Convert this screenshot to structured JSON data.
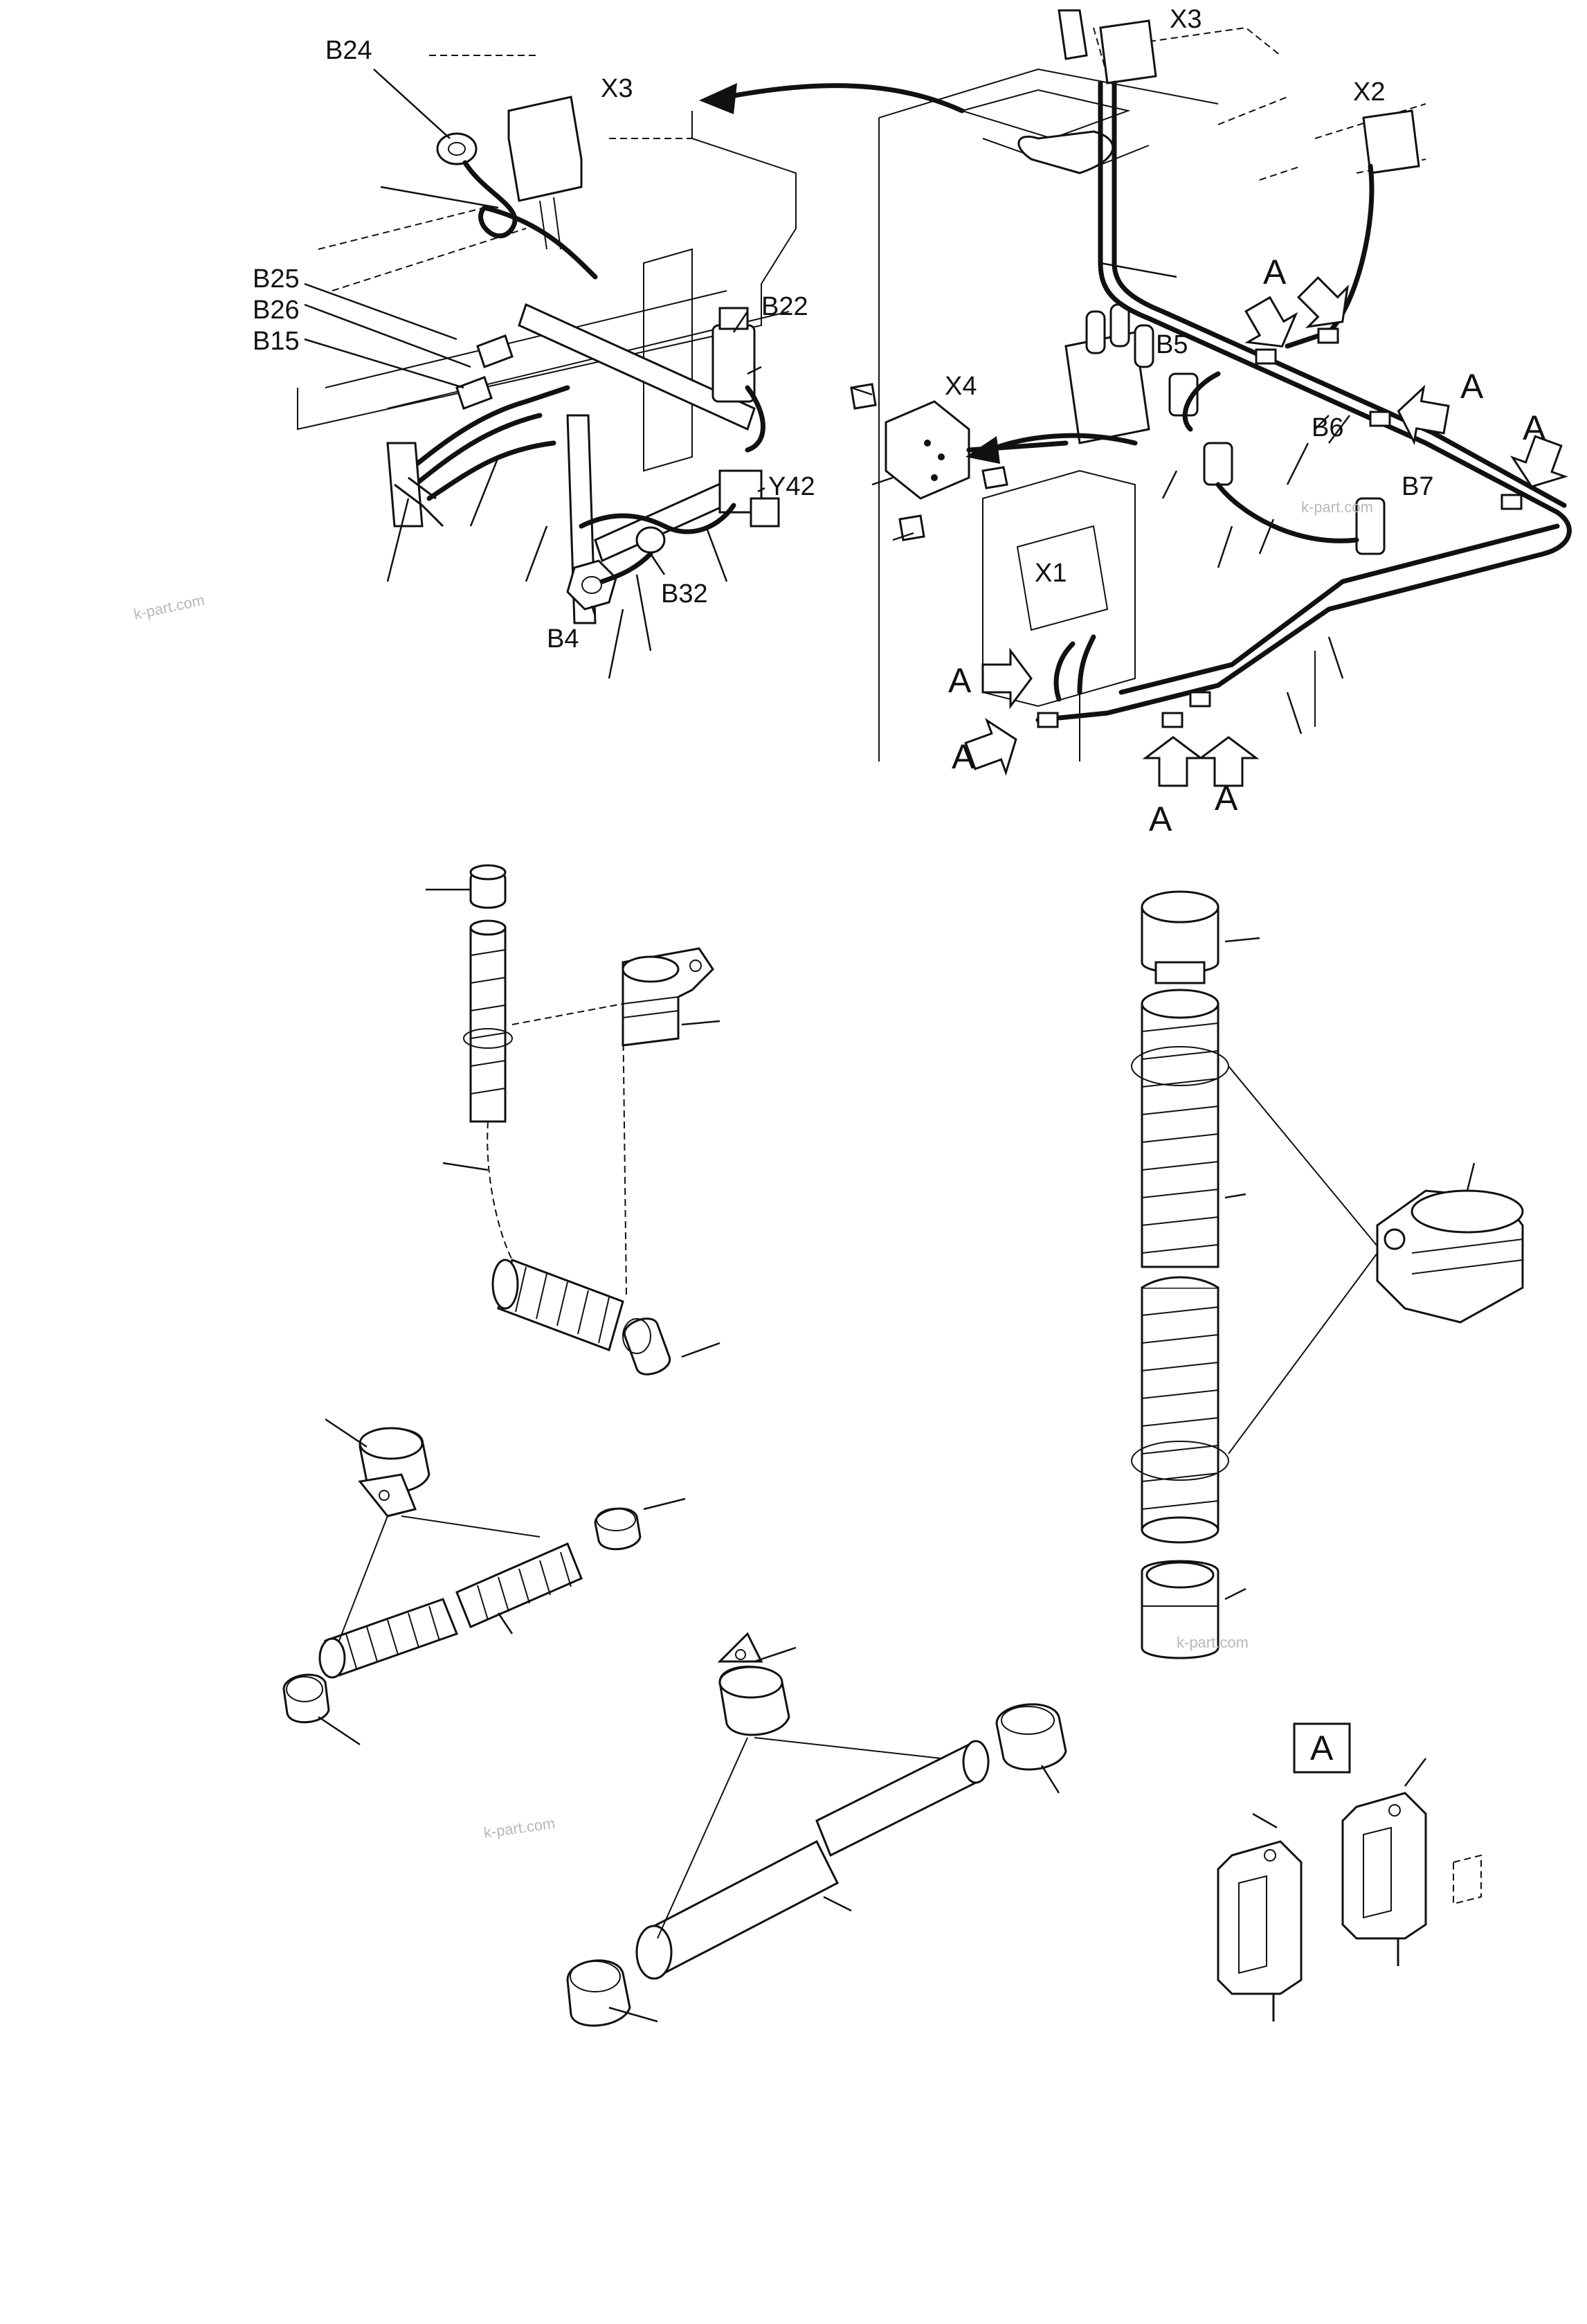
{
  "labels": {
    "b24": "B24",
    "x3_left": "X3",
    "b25": "B25",
    "b26": "B26",
    "b15": "B15",
    "b22": "B22",
    "y42": "Y42",
    "b32": "B32",
    "b4": "B4",
    "x3_right": "X3",
    "x2": "X2",
    "x4": "X4",
    "b5": "B5",
    "b6": "B6",
    "b7": "B7",
    "x1": "X1",
    "clip_marker": "A",
    "detail_box": "A"
  },
  "watermark": "k-part.com",
  "icons": {
    "arrow_left": "curved-arrow-left-icon",
    "callout_arrow": "callout-arrow-icon"
  }
}
